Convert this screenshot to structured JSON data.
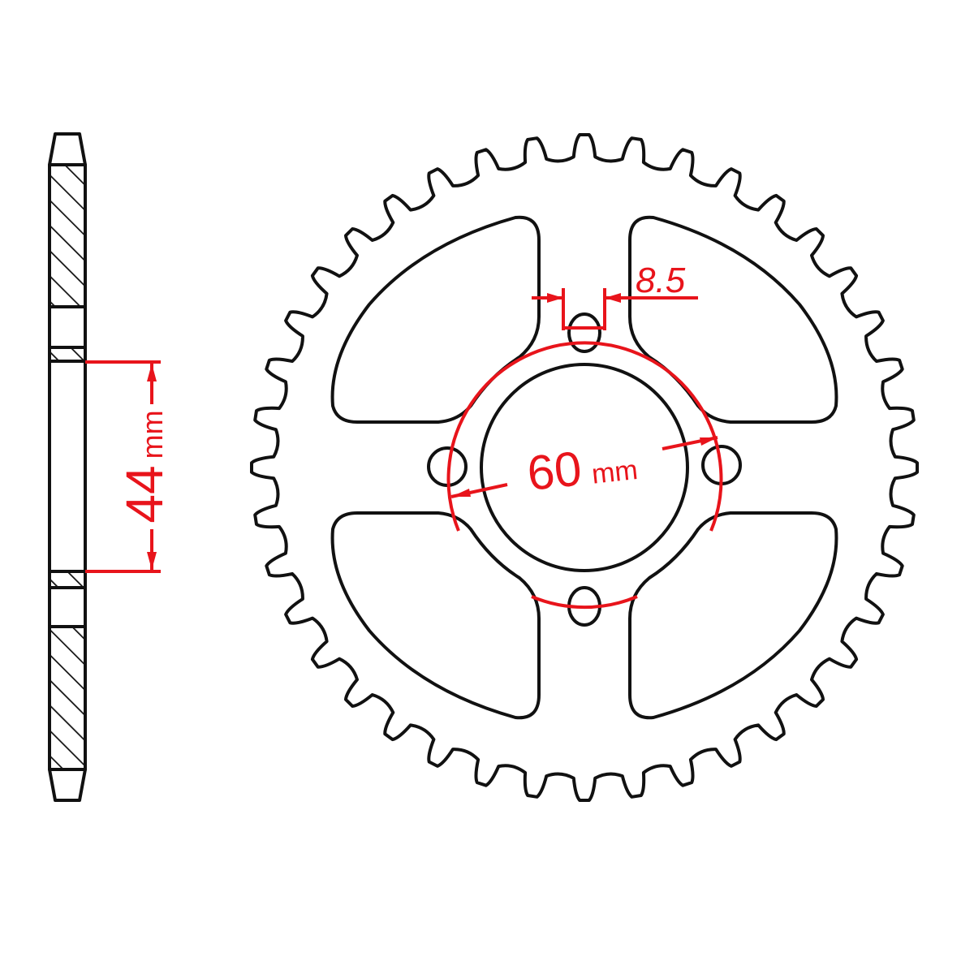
{
  "drawing": {
    "subject": "rear chain sprocket technical drawing",
    "line_color": "#111111",
    "dimension_color": "#e8141b",
    "background": "#ffffff"
  },
  "side_view": {
    "label": "side profile",
    "dimension": {
      "value": "44",
      "unit": "mm"
    }
  },
  "front_view": {
    "label": "front view",
    "teeth": 40,
    "bolt_holes": 4,
    "lightening_cutouts": 4,
    "dimensions": {
      "pcd": {
        "value": "60",
        "unit": "mm"
      },
      "bolt_hole": {
        "value": "8.5"
      }
    }
  }
}
